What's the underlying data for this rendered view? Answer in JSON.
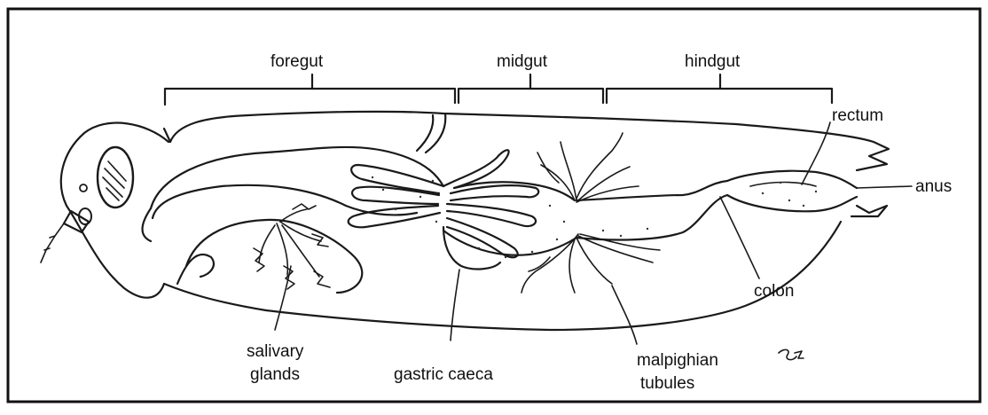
{
  "diagram": {
    "regions": {
      "foregut": "foregut",
      "midgut": "midgut",
      "hindgut": "hindgut"
    },
    "parts": {
      "rectum": "rectum",
      "anus": "anus",
      "colon": "colon",
      "salivary_glands_line1": "salivary",
      "salivary_glands_line2": "glands",
      "gastric_caeca": "gastric caeca",
      "malpighian_line1": "malpighian",
      "malpighian_line2": "tubules"
    },
    "signature": "SR"
  }
}
